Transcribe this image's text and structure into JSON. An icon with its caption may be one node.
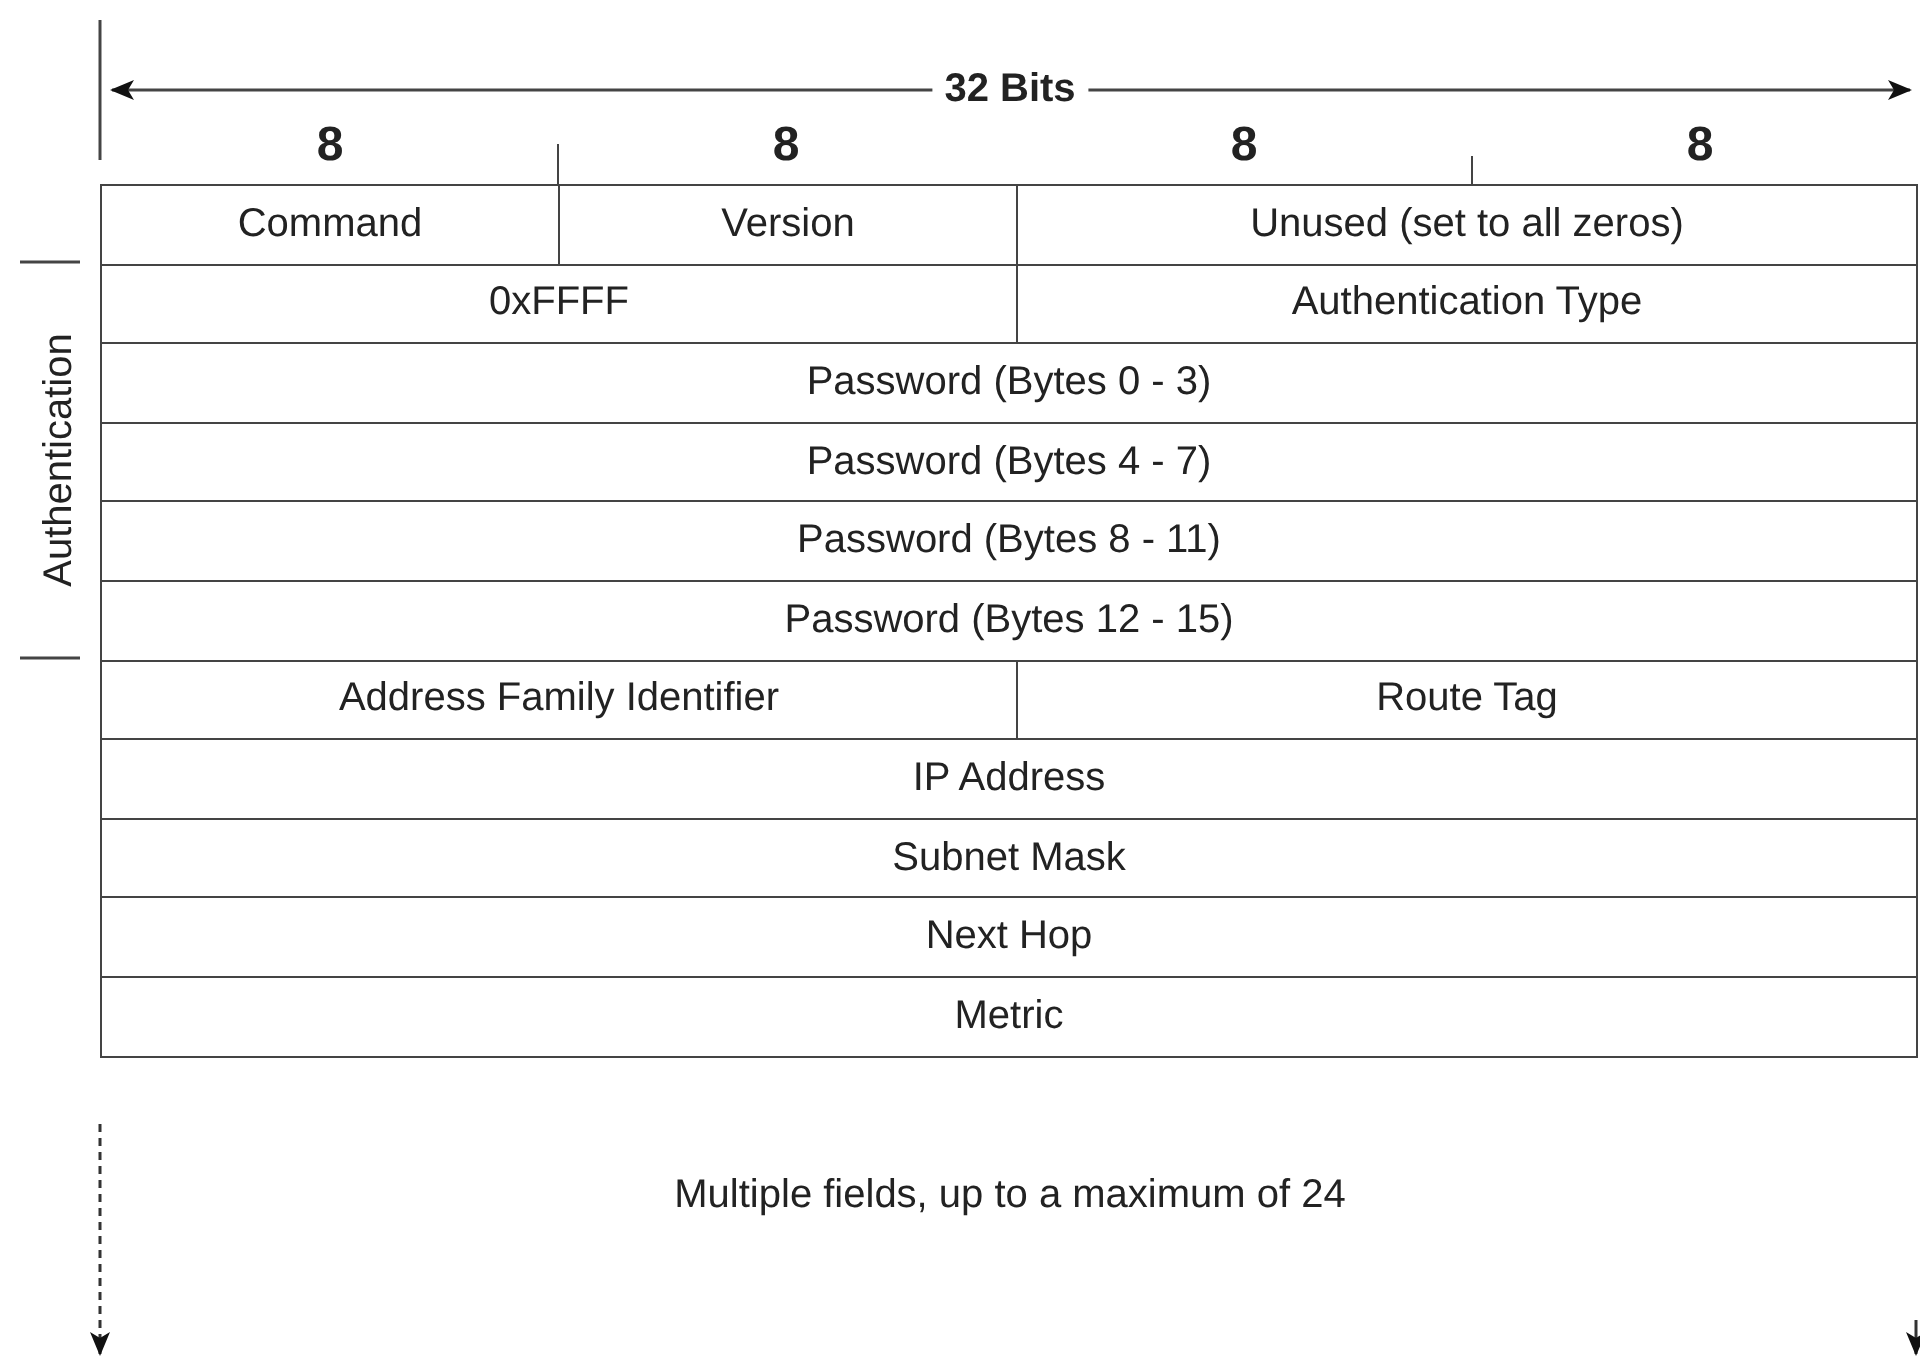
{
  "diagram": {
    "nodes": [
      {
        "text": [
          "Command"
        ]
      },
      {
        "text": [
          "Version"
        ]
      },
      {
        "text": [
          "Unused (set to all zeros)"
        ]
      },
      {
        "text": [
          "0xFFFF"
        ]
      },
      {
        "text": [
          "Authentication Type"
        ]
      },
      {
        "text": [
          "Password (Bytes 0 - 3)"
        ]
      },
      {
        "text": [
          "Password (Bytes 4 - 7)"
        ]
      },
      {
        "text": [
          "Password (Bytes 8 - 11)"
        ]
      },
      {
        "text": [
          "Password (Bytes 12 - 15)"
        ]
      },
      {
        "text": [
          "Address Family Identifier"
        ]
      },
      {
        "text": [
          "Route Tag"
        ]
      },
      {
        "text": [
          "IP Address"
        ]
      },
      {
        "text": [
          "Subnet Mask"
        ]
      },
      {
        "text": [
          "Next Hop"
        ]
      },
      {
        "text": [
          "Metric"
        ]
      }
    ],
    "labels": [
      "32 Bits",
      "8",
      "8",
      "8",
      "8",
      "Authentication",
      "Multiple fields, up to a maximum of 24"
    ]
  }
}
